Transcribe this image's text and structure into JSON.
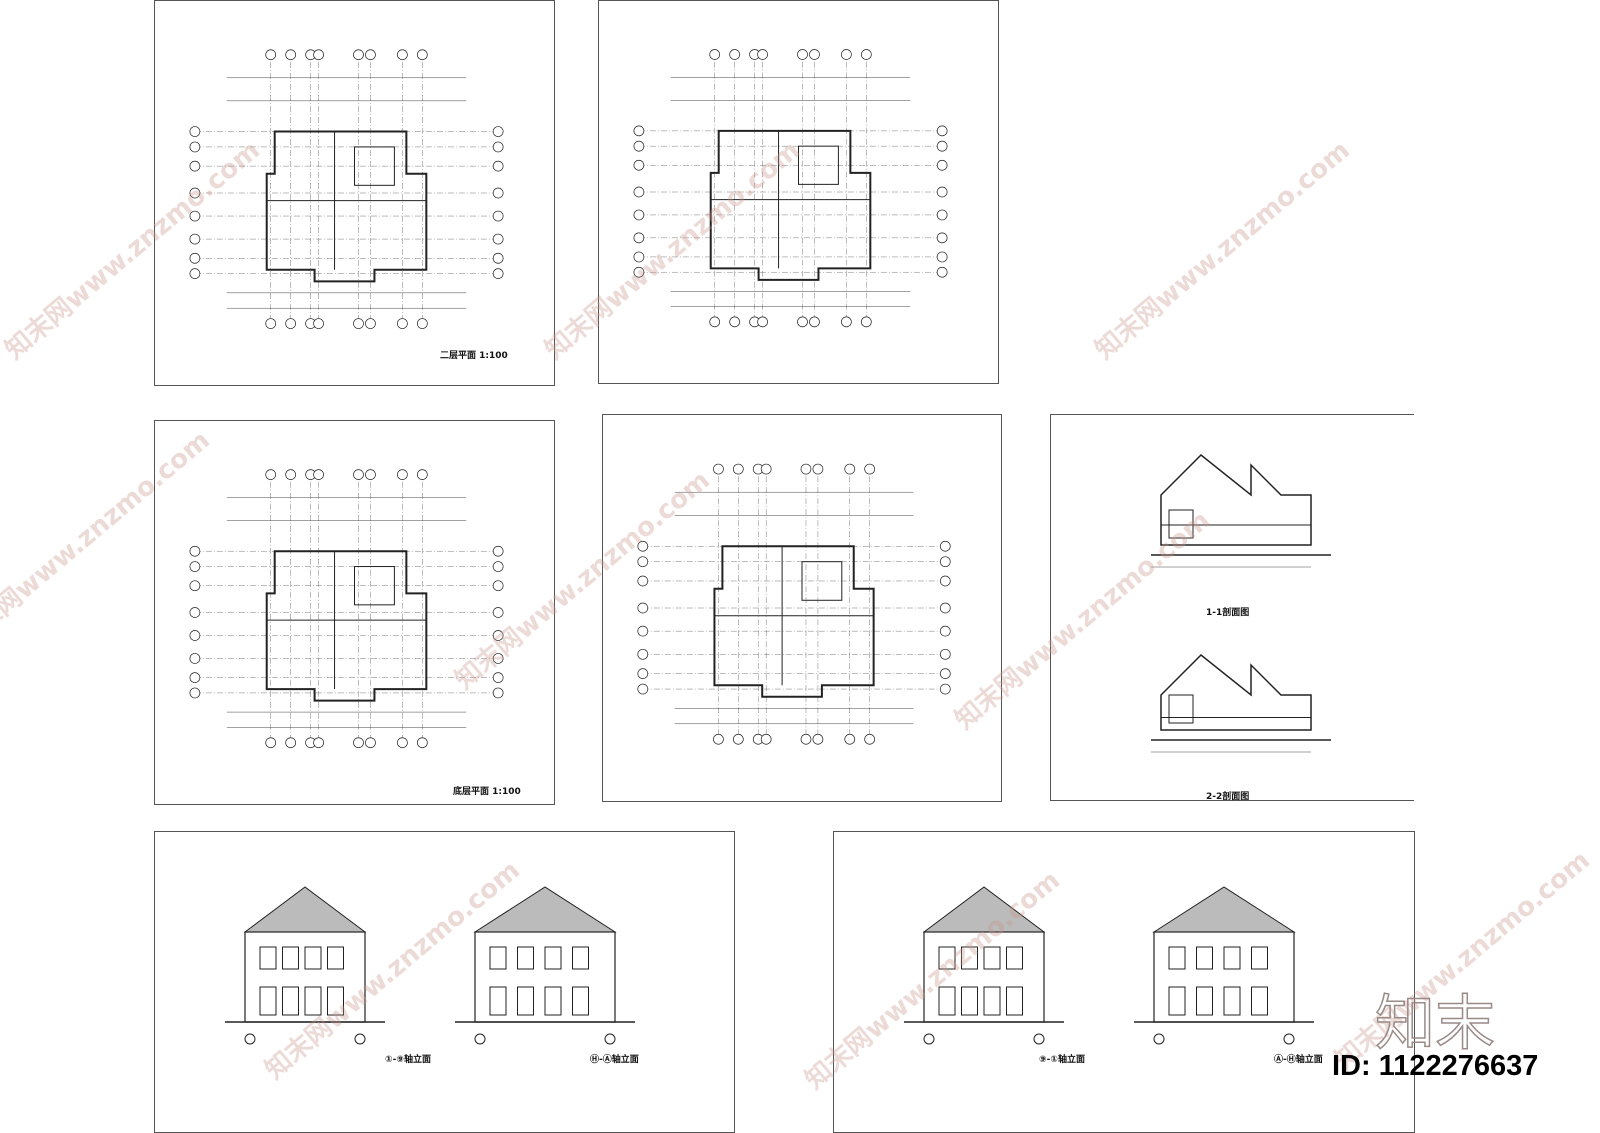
{
  "sheets": {
    "second_floor_plan": {
      "title": "二层平面  1:100"
    },
    "ground_floor_plan": {
      "title": "底层平面  1:100"
    },
    "section_1": {
      "title": "1-1剖面图"
    },
    "section_2": {
      "title": "2-2剖面图"
    },
    "elev_1_9": {
      "title": "①-⑨轴立面"
    },
    "elev_h_a": {
      "title": "Ⓗ-Ⓐ轴立面"
    },
    "elev_9_1": {
      "title": "⑨-①轴立面"
    },
    "elev_a_h": {
      "title": "Ⓐ-Ⓗ轴立面"
    }
  },
  "watermark": {
    "text": "知末网www.znzmo.com",
    "logo": "知末"
  },
  "id_label": "ID: 1122276637",
  "colors": {
    "line": "#222222",
    "frame": "#555555",
    "watermark": "#c8968c"
  }
}
